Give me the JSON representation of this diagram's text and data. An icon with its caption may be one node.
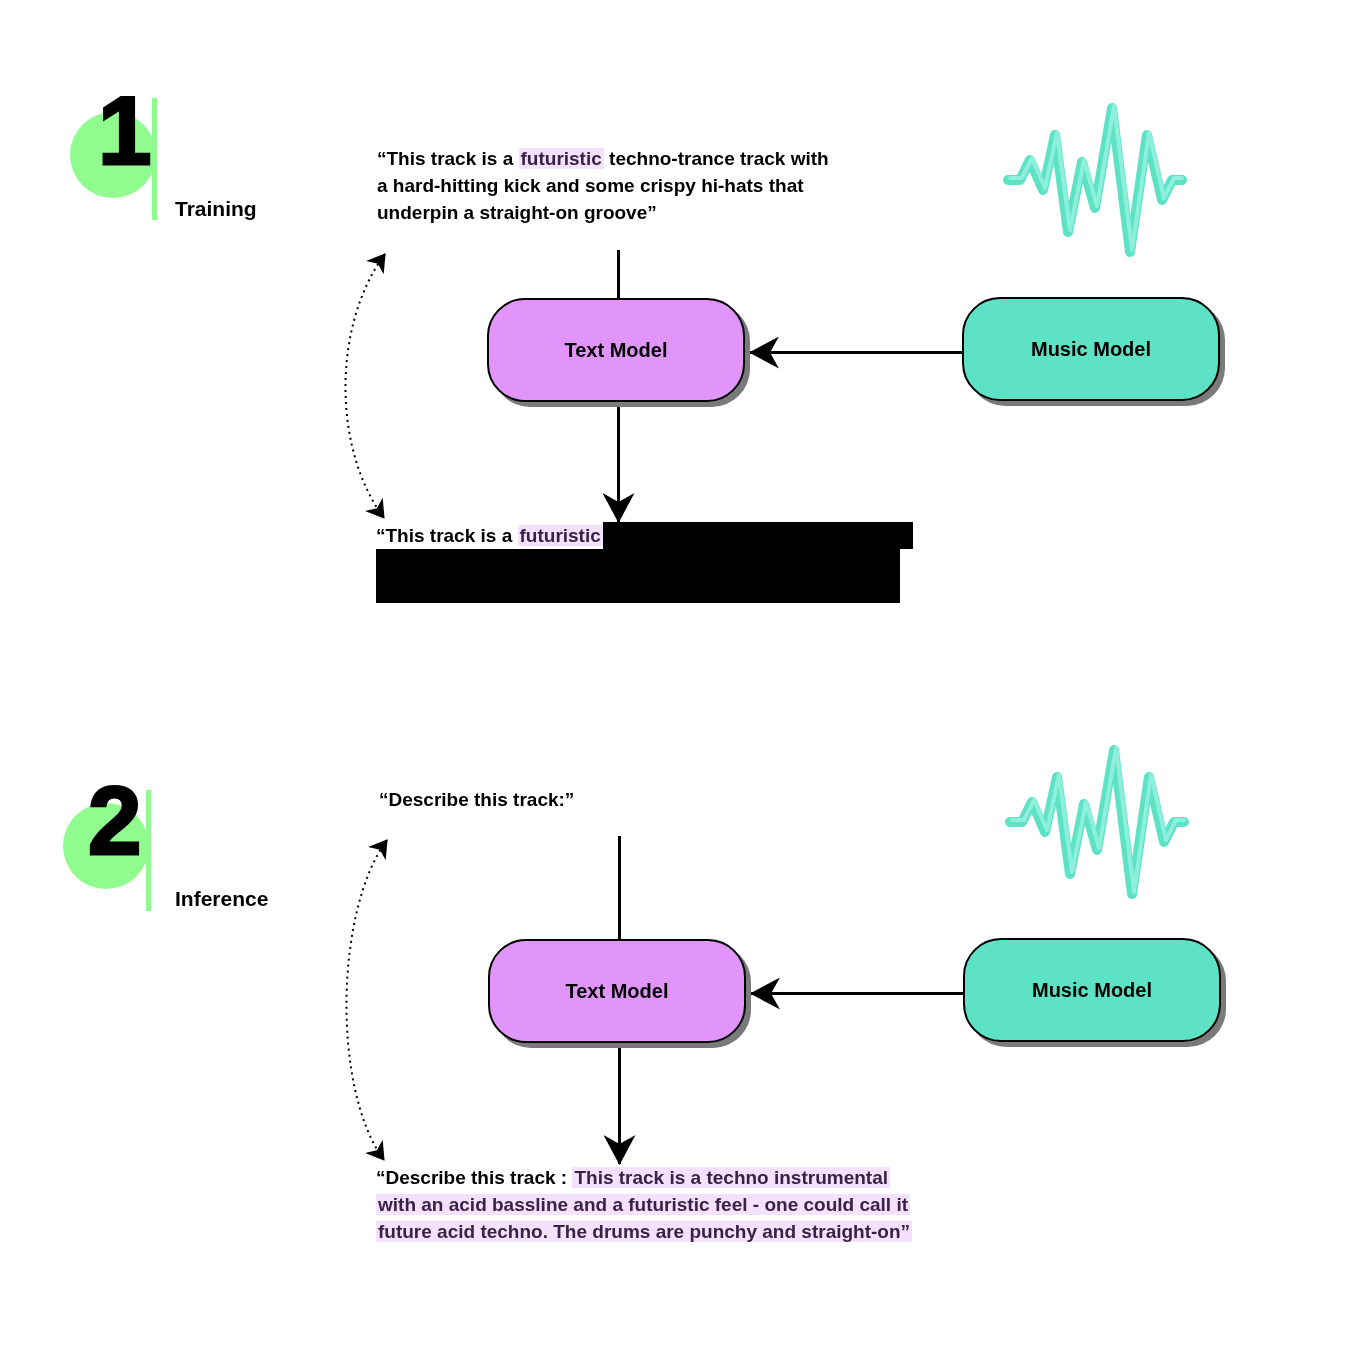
{
  "diagram": {
    "nodes": [
      {
        "text": [
          "1"
        ],
        "beside": [
          "Training"
        ]
      },
      {
        "text": [
          "“This track is a",
          "futuristic",
          "techno-trance track with a hard-hitting kick and some crispy hi-hats that underpin a straight-on groove”"
        ]
      },
      {
        "text": [
          "Text Model"
        ]
      },
      {
        "text": [
          "Music Model"
        ]
      },
      {
        "text": [
          "“This track is a",
          "futuristic"
        ]
      },
      {
        "text": [
          "2"
        ],
        "beside": [
          "Inference"
        ]
      },
      {
        "text": [
          "“Describe this track:”"
        ]
      },
      {
        "text": [
          "Text Model"
        ]
      },
      {
        "text": [
          "Music Model"
        ]
      },
      {
        "text": [
          "“Describe this track :",
          "This track is a techno instrumental with an acid bassline and a futuristic feel - one could call it future acid techno. The drums are punchy and straight-on”"
        ]
      }
    ],
    "edges": [
      {
        "from": 1,
        "to": 2,
        "arrow": "none"
      },
      {
        "from": 3,
        "to": 2,
        "arrow": "to"
      },
      {
        "from": 2,
        "to": 4,
        "arrow": "to"
      },
      {
        "from": 1,
        "to": 4,
        "arrow": "both",
        "style": "dashed"
      },
      {
        "from": 6,
        "to": 7,
        "arrow": "none"
      },
      {
        "from": 8,
        "to": 7,
        "arrow": "to"
      },
      {
        "from": 7,
        "to": 9,
        "arrow": "to"
      },
      {
        "from": 6,
        "to": 9,
        "arrow": "both",
        "style": "dashed"
      }
    ]
  }
}
